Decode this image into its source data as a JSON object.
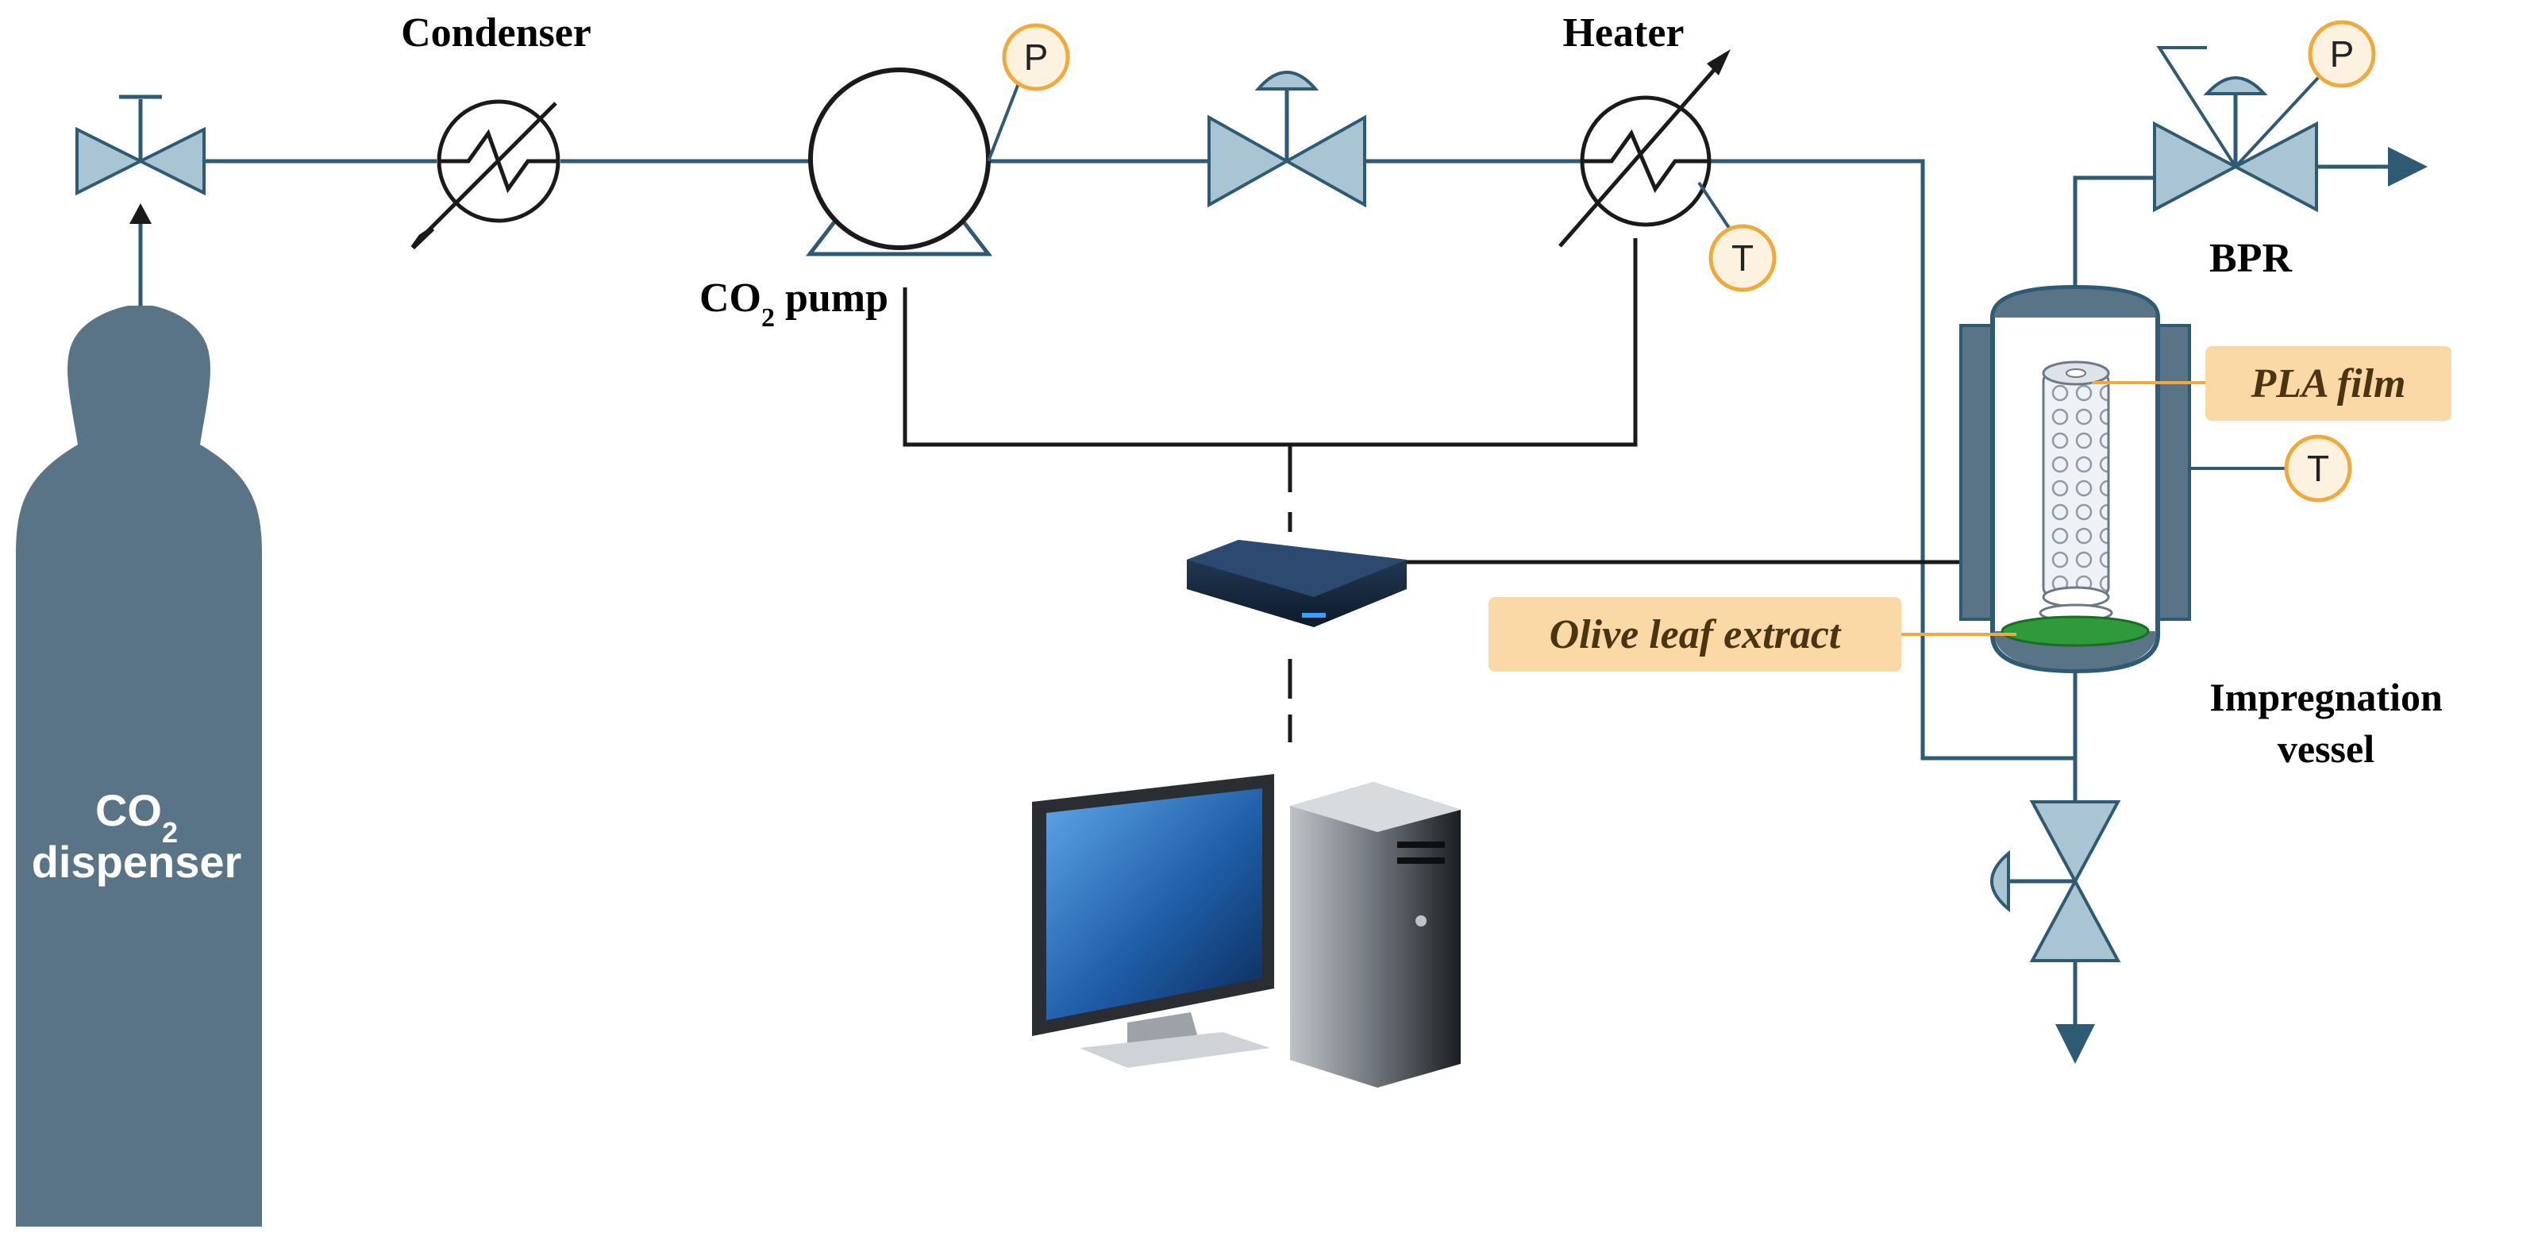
{
  "labels": {
    "condenser": "Condenser",
    "heater": "Heater",
    "pump": "CO",
    "pump_sub": "2",
    "pump_suffix": " pump",
    "bpr": "BPR",
    "vessel_line1": "Impregnation",
    "vessel_line2": "vessel",
    "dispenser_line1": "CO",
    "dispenser_sub": "2",
    "dispenser_line2": "dispenser"
  },
  "tags": {
    "pla_film": "PLA film",
    "olive_leaf_extract": "Olive leaf extract"
  },
  "gauges": {
    "pressure": "P",
    "temperature": "T"
  },
  "colors": {
    "pipe": "#2f5a74",
    "valve_fill": "#a9c4d3",
    "cylinder": "#5a7487",
    "gauge_ring": "#f0a93a",
    "gauge_fill": "#fdf2df",
    "tag_fill": "#fbd9a6",
    "extract_green": "#2f9a3c"
  }
}
